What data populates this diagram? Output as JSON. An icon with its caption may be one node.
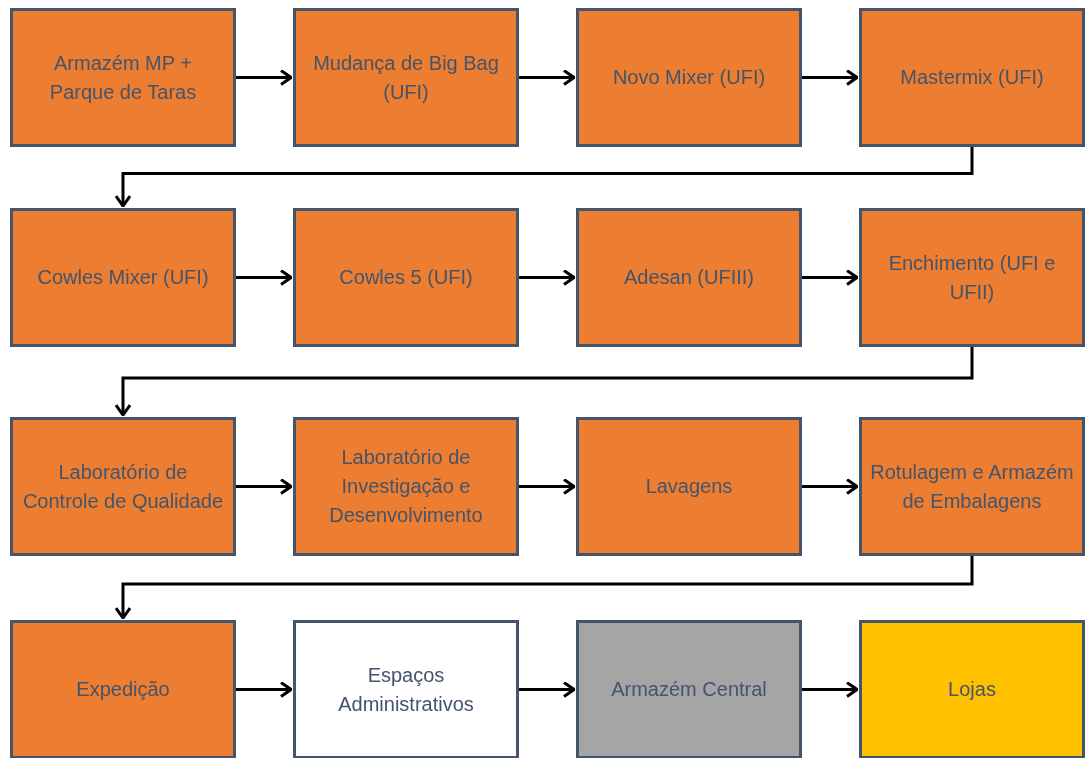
{
  "diagram": {
    "nodes": [
      {
        "text": [
          "Armazém MP + Parque de Taras"
        ]
      },
      {
        "text": [
          "Mudança de Big Bag (UFI)"
        ]
      },
      {
        "text": [
          "Novo Mixer (UFI)"
        ]
      },
      {
        "text": [
          "Mastermix (UFI)"
        ]
      },
      {
        "text": [
          "Cowles Mixer (UFI)"
        ]
      },
      {
        "text": [
          "Cowles 5 (UFI)"
        ]
      },
      {
        "text": [
          "Adesan (UFIII)"
        ]
      },
      {
        "text": [
          "Enchimento (UFI e UFII)"
        ]
      },
      {
        "text": [
          "Laboratório de Controle de Qualidade"
        ]
      },
      {
        "text": [
          "Laboratório de Investigação e Desenvolvimento"
        ]
      },
      {
        "text": [
          "Lavagens"
        ]
      },
      {
        "text": [
          "Rotulagem e Armazém de Embalagens"
        ]
      },
      {
        "text": [
          "Expedição"
        ]
      },
      {
        "text": [
          "Espaços Administrativos"
        ]
      },
      {
        "text": [
          "Armazém Central"
        ]
      },
      {
        "text": [
          "Lojas"
        ]
      }
    ],
    "edges": [
      {
        "from": 0,
        "to": 1,
        "arrow": "to"
      },
      {
        "from": 1,
        "to": 2,
        "arrow": "to"
      },
      {
        "from": 2,
        "to": 3,
        "arrow": "to"
      },
      {
        "from": 3,
        "to": 4,
        "arrow": "to"
      },
      {
        "from": 4,
        "to": 5,
        "arrow": "to"
      },
      {
        "from": 5,
        "to": 6,
        "arrow": "to"
      },
      {
        "from": 6,
        "to": 7,
        "arrow": "to"
      },
      {
        "from": 7,
        "to": 8,
        "arrow": "to"
      },
      {
        "from": 8,
        "to": 9,
        "arrow": "to"
      },
      {
        "from": 9,
        "to": 10,
        "arrow": "to"
      },
      {
        "from": 10,
        "to": 11,
        "arrow": "to"
      },
      {
        "from": 11,
        "to": 12,
        "arrow": "to"
      },
      {
        "from": 12,
        "to": 13,
        "arrow": "to"
      },
      {
        "from": 13,
        "to": 14,
        "arrow": "to"
      },
      {
        "from": 14,
        "to": 15,
        "arrow": "to"
      }
    ]
  }
}
